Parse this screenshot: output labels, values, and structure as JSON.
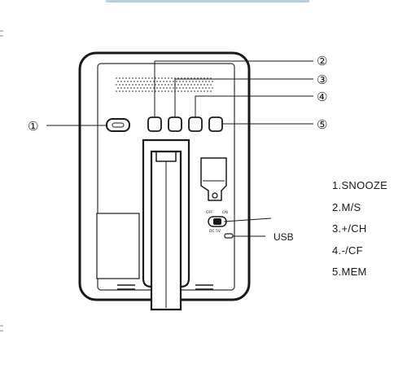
{
  "callouts": [
    {
      "number": "1",
      "glyph": "①"
    },
    {
      "number": "2",
      "glyph": "②"
    },
    {
      "number": "3",
      "glyph": "③"
    },
    {
      "number": "4",
      "glyph": "④"
    },
    {
      "number": "5",
      "glyph": "⑤"
    }
  ],
  "switch": {
    "off_label": "OFF",
    "on_label": "ON",
    "power_label": "DC 5V"
  },
  "usb_label": "USB",
  "legend": [
    {
      "label": "1.SNOOZE"
    },
    {
      "label": "2.M/S"
    },
    {
      "label": "3.+/CH"
    },
    {
      "label": "4.-/CF"
    },
    {
      "label": "5.MEM"
    }
  ]
}
